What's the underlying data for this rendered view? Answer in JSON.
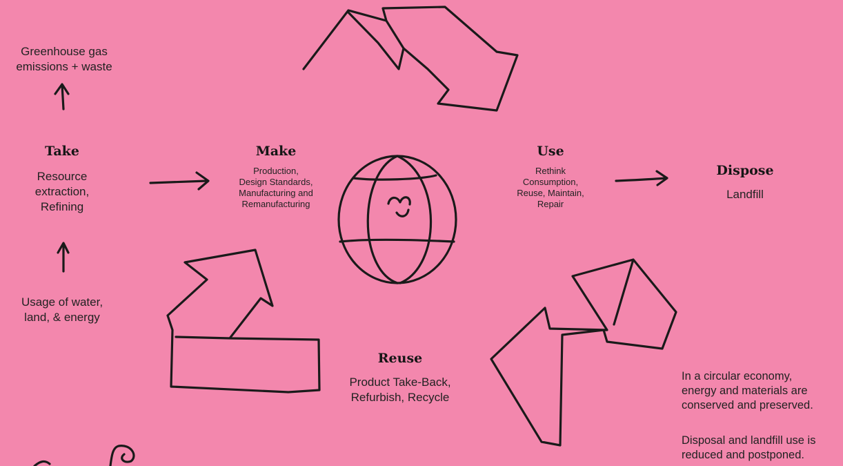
{
  "stages": {
    "take": {
      "title": "Take",
      "lines": [
        "Resource",
        "extraction,",
        "Refining"
      ]
    },
    "make": {
      "title": "Make",
      "lines": [
        "Production,",
        "Design Standards,",
        "Manufacturing and",
        "Remanufacturing"
      ]
    },
    "use": {
      "title": "Use",
      "lines": [
        "Rethink",
        "Consumption,",
        "Reuse, Maintain,",
        "Repair"
      ]
    },
    "dispose": {
      "title": "Dispose",
      "lines": [
        "Landfill"
      ]
    },
    "reuse": {
      "title": "Reuse",
      "lines": [
        "Product Take-Back,",
        "Refurbish, Recycle"
      ]
    }
  },
  "outputs": {
    "lines": [
      "Greenhouse gas",
      "emissions + waste"
    ]
  },
  "inputs": {
    "lines": [
      "Usage of water,",
      "land, & energy"
    ]
  },
  "notes": {
    "circular": [
      "In a circular economy,",
      "energy and materials are",
      "conserved and preserved."
    ],
    "disposal": [
      "Disposal and landfill use is",
      "reduced and postponed."
    ]
  },
  "colors": {
    "background": "#f387ad",
    "ink": "#1a1a1a"
  },
  "icons": [
    "arrow-up-icon",
    "arrow-right-icon",
    "globe-smile-icon",
    "recycle-arrow-icon"
  ]
}
